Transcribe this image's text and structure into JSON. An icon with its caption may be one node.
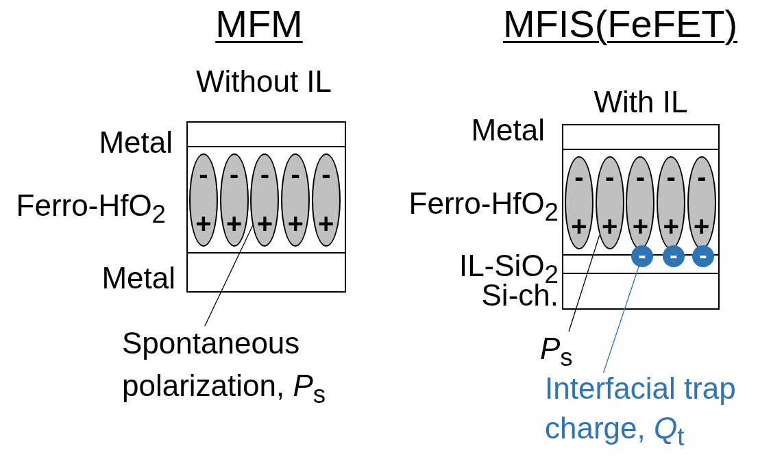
{
  "diagram": {
    "nodes": [
      {
        "text": [
          "Metal"
        ]
      },
      {
        "text": [
          "Ferro-HfO$_{2}$"
        ]
      },
      {
        "text": [
          "-",
          "+"
        ],
        "in": 1
      },
      {
        "text": [
          "-",
          "+"
        ],
        "in": 1
      },
      {
        "text": [
          "-",
          "+"
        ],
        "in": 1
      },
      {
        "text": [
          "-",
          "+"
        ],
        "in": 1
      },
      {
        "text": [
          "-",
          "+"
        ],
        "in": 1
      },
      {
        "text": [
          "Metal"
        ]
      },
      {
        "text": [
          "Spontaneous polarization, *P*$_{s}$"
        ]
      },
      {
        "text": [
          "Metal"
        ]
      },
      {
        "text": [
          "Ferro-HfO$_{2}$"
        ]
      },
      {
        "text": [
          "-",
          "+"
        ],
        "in": 10
      },
      {
        "text": [
          "-",
          "+"
        ],
        "in": 10
      },
      {
        "text": [
          "-",
          "+"
        ],
        "in": 10
      },
      {
        "text": [
          "-",
          "+"
        ],
        "in": 10
      },
      {
        "text": [
          "-",
          "+"
        ],
        "in": 10
      },
      {
        "text": [
          "IL-SiO$_{2}$"
        ]
      },
      {
        "text": [
          "Si-ch."
        ]
      },
      {
        "text": [
          "-"
        ]
      },
      {
        "text": [
          "-"
        ]
      },
      {
        "text": [
          "-"
        ]
      },
      {
        "text": [
          "*P*$_{s}$"
        ]
      },
      {
        "text": [
          "Interfacial trap charge, *Q*$_{t}$"
        ]
      }
    ],
    "edges": [
      {
        "from": 8,
        "to": 4,
        "arrow": "none"
      },
      {
        "from": 21,
        "to": 12,
        "arrow": "none"
      },
      {
        "from": 22,
        "to": 18,
        "arrow": "none",
        "color": "#2e75b6"
      }
    ],
    "labels": [
      "MFM",
      "MFIS(FeFET)",
      "Without IL",
      "With IL"
    ]
  }
}
